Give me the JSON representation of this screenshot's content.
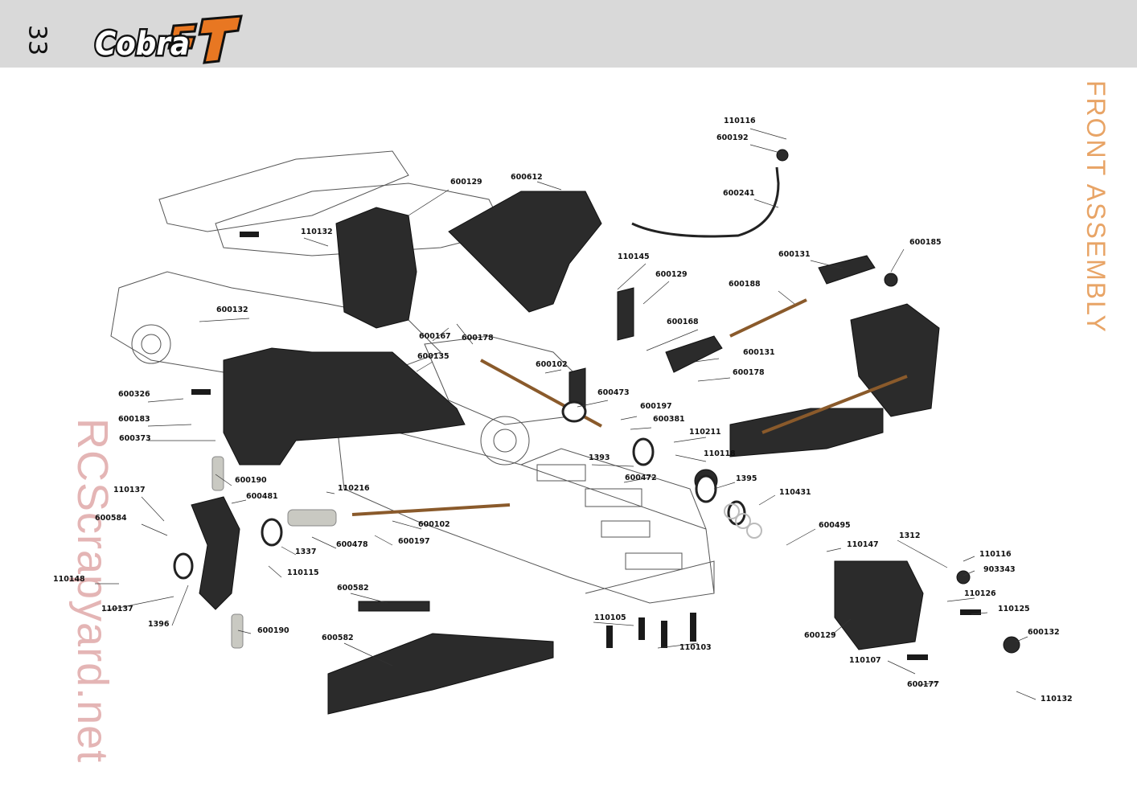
{
  "header": {
    "page_number": "33",
    "logo_word": "Cobra",
    "logo_mark": "GT",
    "logo_colors": {
      "outline": "#111111",
      "fill": "#ffffff",
      "accent": "#e87722"
    }
  },
  "section_title": "FRONT ASSEMBLY",
  "watermark": "RCScrapyard.net",
  "colors": {
    "header_bg": "#d9d9d9",
    "title": "#e8a466",
    "watermark": "#cd7878",
    "part_dark": "#2b2b2b",
    "part_copper": "#8a5a2b"
  },
  "parts": [
    {
      "id": "p1",
      "code": "110116"
    },
    {
      "id": "p2",
      "code": "600192"
    },
    {
      "id": "p3",
      "code": "600241"
    },
    {
      "id": "p4",
      "code": "600129"
    },
    {
      "id": "p5",
      "code": "600612"
    },
    {
      "id": "p6",
      "code": "110132"
    },
    {
      "id": "p7",
      "code": "600185"
    },
    {
      "id": "p8",
      "code": "600131"
    },
    {
      "id": "p9",
      "code": "110145"
    },
    {
      "id": "p10",
      "code": "600129"
    },
    {
      "id": "p11",
      "code": "600188"
    },
    {
      "id": "p12",
      "code": "600132"
    },
    {
      "id": "p13",
      "code": "600168"
    },
    {
      "id": "p14",
      "code": "600167"
    },
    {
      "id": "p15",
      "code": "600178"
    },
    {
      "id": "p16",
      "code": "600131"
    },
    {
      "id": "p17",
      "code": "600135"
    },
    {
      "id": "p18",
      "code": "600102"
    },
    {
      "id": "p19",
      "code": "600178"
    },
    {
      "id": "p20",
      "code": "600326"
    },
    {
      "id": "p21",
      "code": "600473"
    },
    {
      "id": "p22",
      "code": "600197"
    },
    {
      "id": "p23",
      "code": "600183"
    },
    {
      "id": "p24",
      "code": "600381"
    },
    {
      "id": "p25",
      "code": "600373"
    },
    {
      "id": "p26",
      "code": "110211"
    },
    {
      "id": "p27",
      "code": "110118"
    },
    {
      "id": "p28",
      "code": "1393"
    },
    {
      "id": "p29",
      "code": "600190"
    },
    {
      "id": "p30",
      "code": "600472"
    },
    {
      "id": "p31",
      "code": "1395"
    },
    {
      "id": "p32",
      "code": "110137"
    },
    {
      "id": "p33",
      "code": "600481"
    },
    {
      "id": "p34",
      "code": "110216"
    },
    {
      "id": "p35",
      "code": "110431"
    },
    {
      "id": "p36",
      "code": "600584"
    },
    {
      "id": "p37",
      "code": "600102"
    },
    {
      "id": "p38",
      "code": "600495"
    },
    {
      "id": "p39",
      "code": "1312"
    },
    {
      "id": "p40",
      "code": "600197"
    },
    {
      "id": "p41",
      "code": "600478"
    },
    {
      "id": "p42",
      "code": "110147"
    },
    {
      "id": "p43",
      "code": "1337"
    },
    {
      "id": "p44",
      "code": "110116"
    },
    {
      "id": "p45",
      "code": "110148"
    },
    {
      "id": "p46",
      "code": "110115"
    },
    {
      "id": "p47",
      "code": "903343"
    },
    {
      "id": "p48",
      "code": "600582"
    },
    {
      "id": "p49",
      "code": "110126"
    },
    {
      "id": "p50",
      "code": "110137"
    },
    {
      "id": "p51",
      "code": "110125"
    },
    {
      "id": "p52",
      "code": "1396"
    },
    {
      "id": "p53",
      "code": "110105"
    },
    {
      "id": "p54",
      "code": "600190"
    },
    {
      "id": "p55",
      "code": "600132"
    },
    {
      "id": "p56",
      "code": "600582"
    },
    {
      "id": "p57",
      "code": "600129"
    },
    {
      "id": "p58",
      "code": "110103"
    },
    {
      "id": "p59",
      "code": "110107"
    },
    {
      "id": "p60",
      "code": "600177"
    },
    {
      "id": "p61",
      "code": "110132"
    }
  ]
}
